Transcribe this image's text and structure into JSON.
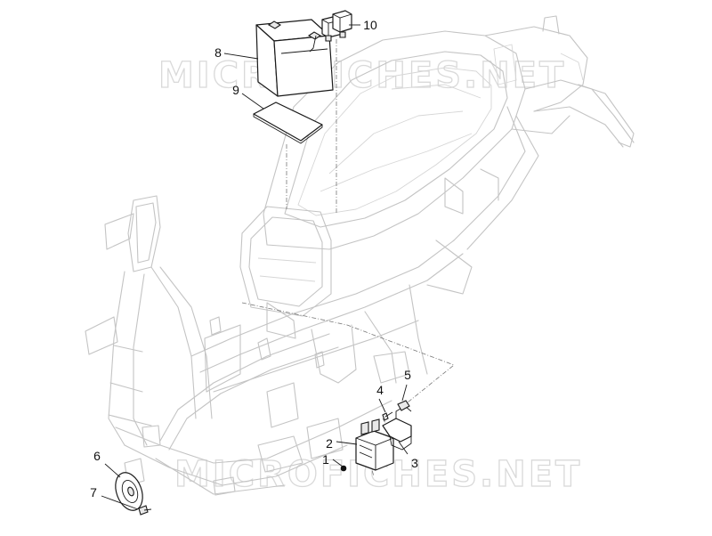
{
  "watermark": "MICROFICHES.NET",
  "callouts": {
    "c1": "1",
    "c2": "2",
    "c3": "3",
    "c4": "4",
    "c5": "5",
    "c6": "6",
    "c7": "7",
    "c8": "8",
    "c9": "9",
    "c10": "10"
  }
}
